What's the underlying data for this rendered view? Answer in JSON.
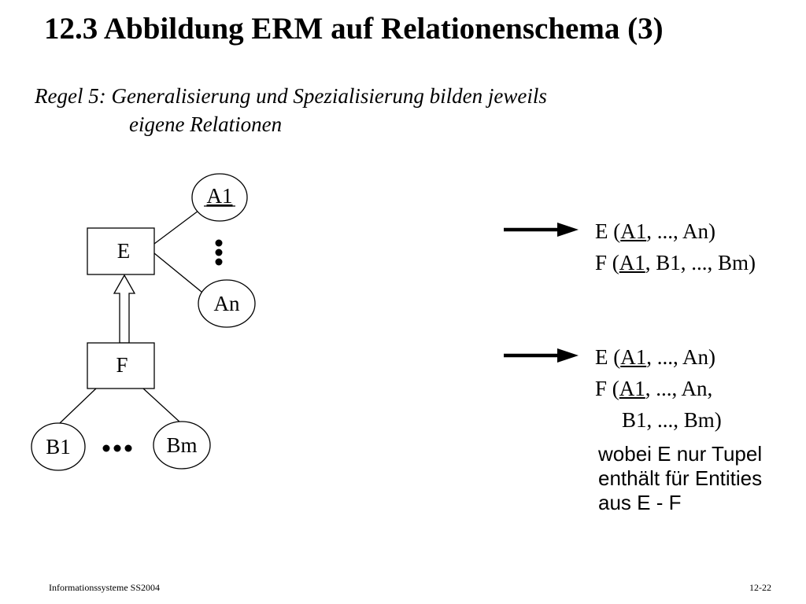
{
  "slide": {
    "title": "12.3 Abbildung ERM auf Relationenschema (3)",
    "rule_line1": "Regel 5: Generalisierung und Spezialisierung bilden jeweils",
    "rule_line2": "eigene Relationen"
  },
  "diagram": {
    "entity_e": "E",
    "entity_f": "F",
    "attr_a1": "A1",
    "attr_an": "An",
    "attr_b1": "B1",
    "attr_bm": "Bm"
  },
  "mapping1": {
    "e_prefix": "E (",
    "e_key": "A1",
    "e_rest": ", ..., An)",
    "f_prefix": "F (",
    "f_key": "A1",
    "f_rest": ", B1, ..., Bm)"
  },
  "mapping2": {
    "e_prefix": "E (",
    "e_key": "A1",
    "e_rest": ", ..., An)",
    "f_prefix": "F (",
    "f_key": "A1",
    "f_rest": ", ..., An,",
    "f_cont": "B1, ..., Bm)",
    "note_line1": "wobei E nur Tupel",
    "note_line2": "enthält für Entities",
    "note_line3": "aus E - F"
  },
  "footer": {
    "left": "Informationssysteme SS2004",
    "right": "12-22"
  }
}
